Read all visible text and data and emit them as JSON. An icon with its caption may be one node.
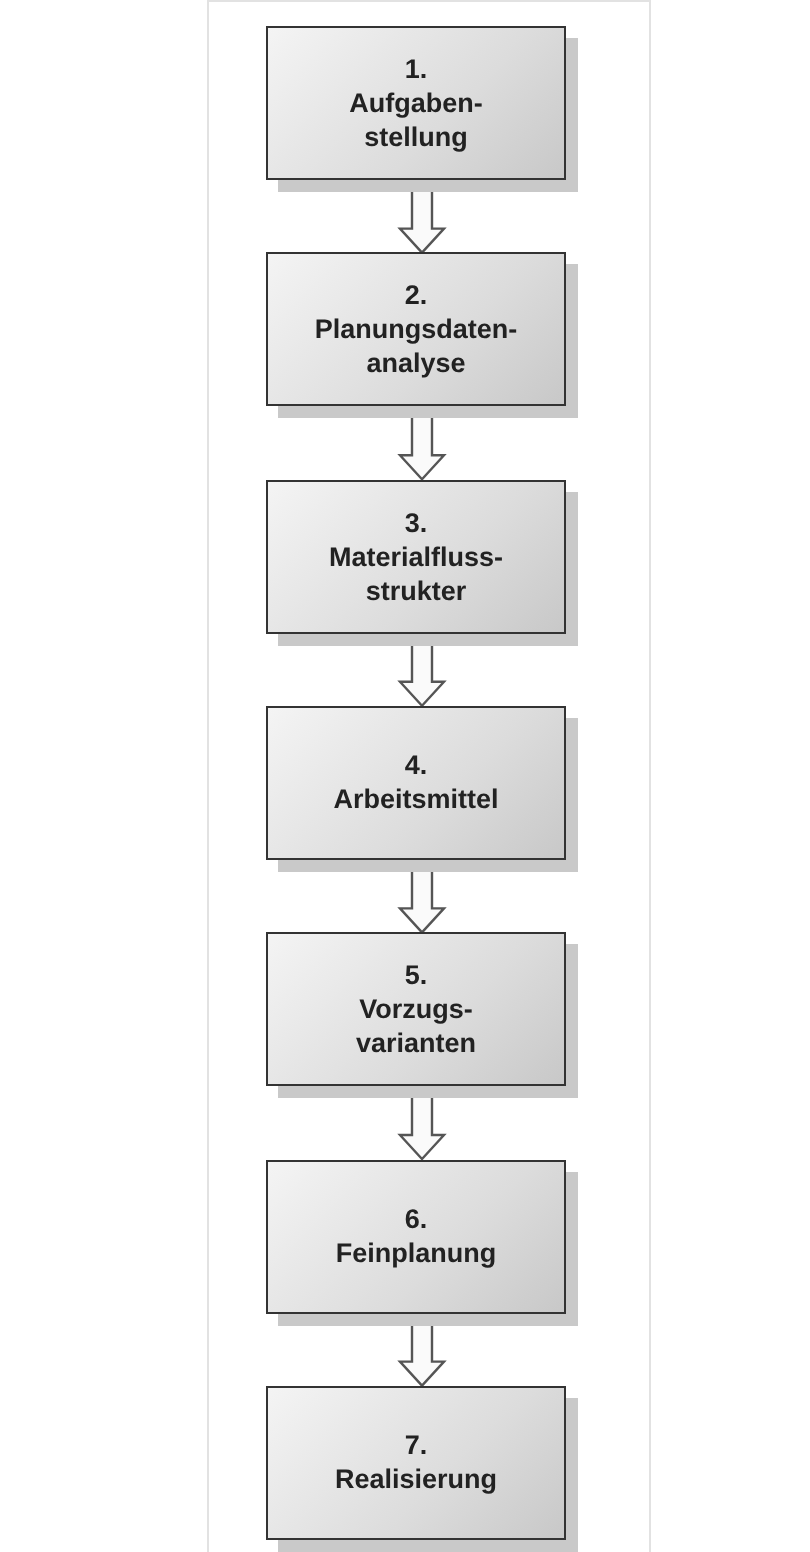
{
  "diagram": {
    "nodes": [
      {
        "text": [
          "1.",
          "Aufgaben- stellung"
        ]
      },
      {
        "text": [
          "2.",
          "Planungsdaten- analyse"
        ]
      },
      {
        "text": [
          "3.",
          "Materialfluss- strukter"
        ]
      },
      {
        "text": [
          "4.",
          "Arbeitsmittel"
        ]
      },
      {
        "text": [
          "5.",
          "Vorzugs- varianten"
        ]
      },
      {
        "text": [
          "6.",
          "Feinplanung"
        ]
      },
      {
        "text": [
          "7.",
          "Realisierung"
        ]
      }
    ],
    "edges": [
      {
        "from": 0,
        "to": 1,
        "arrow": "to"
      },
      {
        "from": 1,
        "to": 2,
        "arrow": "to"
      },
      {
        "from": 2,
        "to": 3,
        "arrow": "to"
      },
      {
        "from": 3,
        "to": 4,
        "arrow": "to"
      },
      {
        "from": 4,
        "to": 5,
        "arrow": "to"
      },
      {
        "from": 5,
        "to": 6,
        "arrow": "to"
      }
    ]
  }
}
